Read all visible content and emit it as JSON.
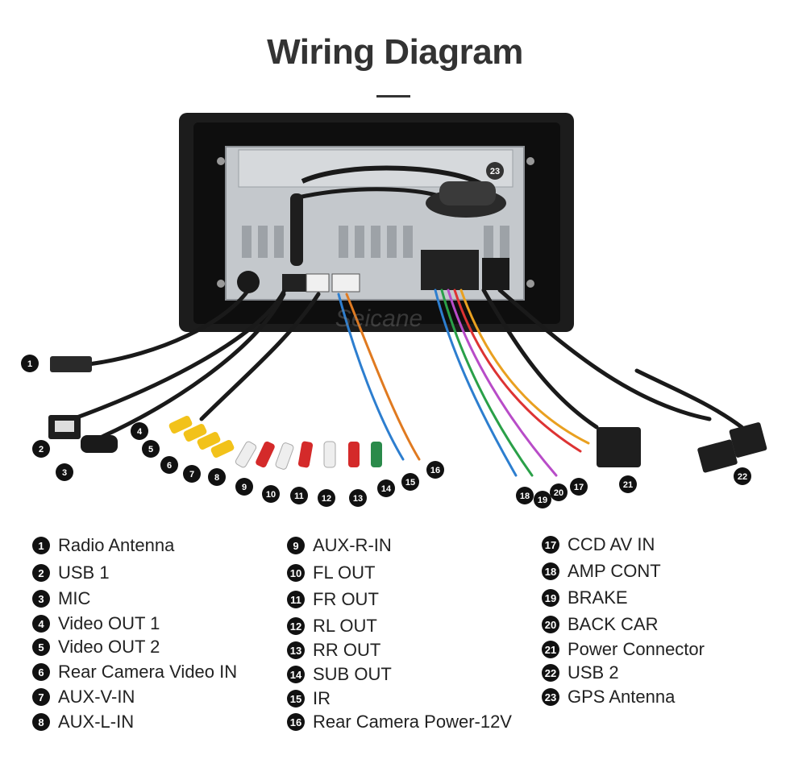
{
  "title": "Wiring Diagram",
  "watermark": "Seicane",
  "legend": [
    {
      "num": "1",
      "label": "Radio Antenna"
    },
    {
      "num": "2",
      "label": "USB 1"
    },
    {
      "num": "3",
      "label": "MIC"
    },
    {
      "num": "4",
      "label": "Video OUT 1"
    },
    {
      "num": "5",
      "label": "Video OUT 2"
    },
    {
      "num": "6",
      "label": "Rear Camera Video IN"
    },
    {
      "num": "7",
      "label": "AUX-V-IN"
    },
    {
      "num": "8",
      "label": "AUX-L-IN"
    },
    {
      "num": "9",
      "label": "AUX-R-IN"
    },
    {
      "num": "10",
      "label": "FL OUT"
    },
    {
      "num": "11",
      "label": "FR OUT"
    },
    {
      "num": "12",
      "label": "RL OUT"
    },
    {
      "num": "13",
      "label": "RR OUT"
    },
    {
      "num": "14",
      "label": "SUB OUT"
    },
    {
      "num": "15",
      "label": "IR"
    },
    {
      "num": "16",
      "label": "Rear Camera Power-12V"
    },
    {
      "num": "17",
      "label": "CCD AV IN"
    },
    {
      "num": "18",
      "label": "AMP CONT"
    },
    {
      "num": "19",
      "label": "BRAKE"
    },
    {
      "num": "20",
      "label": "BACK CAR"
    },
    {
      "num": "21",
      "label": "Power Connector"
    },
    {
      "num": "22",
      "label": "USB 2"
    },
    {
      "num": "23",
      "label": "GPS Antenna"
    }
  ],
  "colors": {
    "rca_yellow": "#f2c21a",
    "rca_white": "#eeeeee",
    "rca_red": "#d42a2a",
    "rca_green": "#2a8a4a",
    "cable_black": "#1a1a1a",
    "chassis": "#b8bcc0"
  }
}
